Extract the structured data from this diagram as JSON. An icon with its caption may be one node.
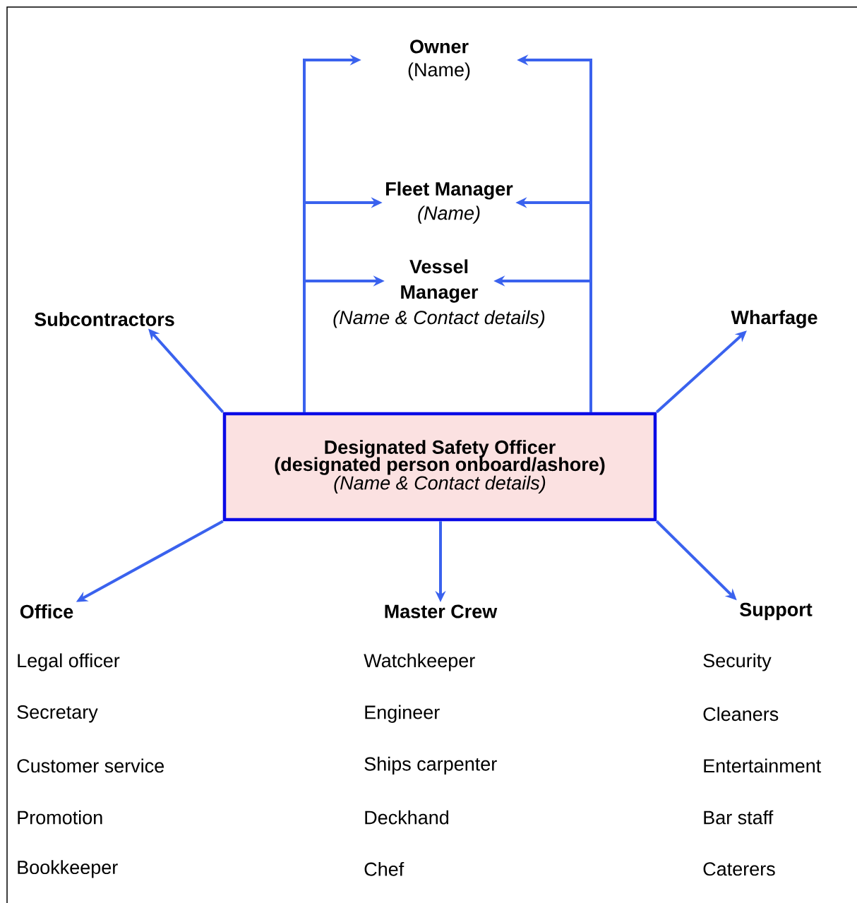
{
  "diagram": {
    "nodes": [
      {
        "text": [
          "Designated Safety Officer",
          "(designated person onboard/ashore)",
          "(Name & Contact details)"
        ]
      },
      {
        "text": [
          "Owner",
          "(Name)"
        ]
      },
      {
        "text": [
          "Fleet Manager",
          "(Name)"
        ]
      },
      {
        "text": [
          "Vessel Manager"
        ],
        "beside": [
          "(Name & Contact details)"
        ]
      },
      {
        "text": [
          "Subcontractors"
        ]
      },
      {
        "text": [
          "Wharfage"
        ]
      },
      {
        "text": [
          "Office"
        ],
        "beside": [
          "Legal officer",
          "Secretary",
          "Customer service",
          "Promotion",
          "Bookkeeper"
        ]
      },
      {
        "text": [
          "Master Crew"
        ],
        "beside": [
          "Watchkeeper",
          "Engineer",
          "Ships carpenter",
          "Deckhand",
          "Chef"
        ]
      },
      {
        "text": [
          "Support"
        ],
        "beside": [
          "Security",
          "Cleaners",
          "Entertainment",
          "Bar staff",
          "Caterers"
        ]
      }
    ],
    "edges": [
      {
        "from": 0,
        "to": 1,
        "arrow": "to"
      },
      {
        "from": 0,
        "to": 2,
        "arrow": "to"
      },
      {
        "from": 0,
        "to": 3,
        "arrow": "to"
      },
      {
        "from": 0,
        "to": 1,
        "arrow": "to"
      },
      {
        "from": 0,
        "to": 2,
        "arrow": "to"
      },
      {
        "from": 0,
        "to": 3,
        "arrow": "to"
      },
      {
        "from": 0,
        "to": 4,
        "arrow": "to"
      },
      {
        "from": 0,
        "to": 5,
        "arrow": "to"
      },
      {
        "from": 0,
        "to": 6,
        "arrow": "to"
      },
      {
        "from": 0,
        "to": 7,
        "arrow": "to"
      },
      {
        "from": 0,
        "to": 8,
        "arrow": "to"
      }
    ]
  }
}
